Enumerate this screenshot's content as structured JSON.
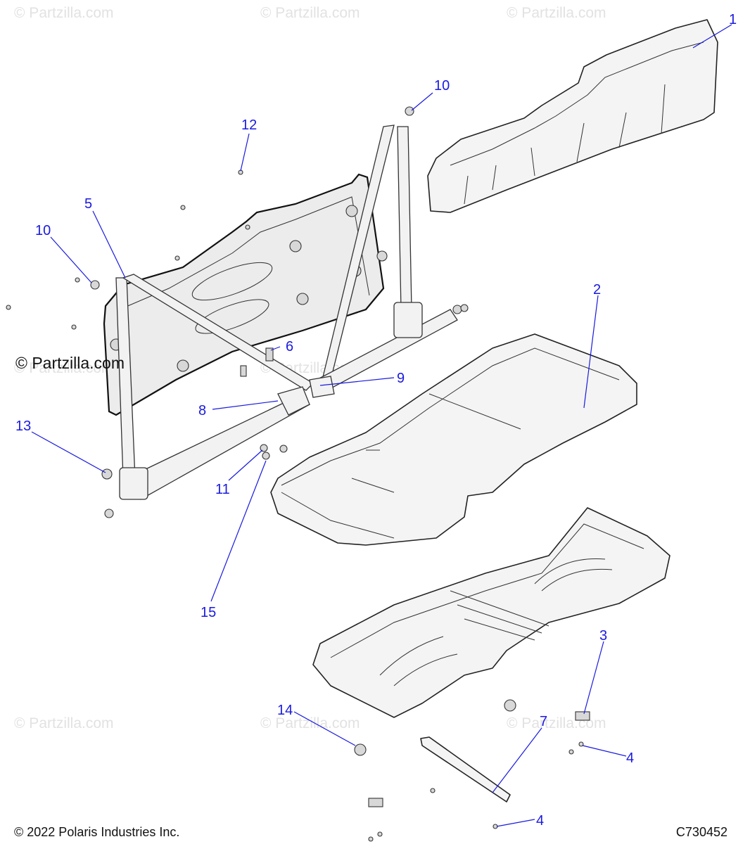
{
  "watermark": "© Partzilla.com",
  "copyright": "© 2022 Polaris Industries Inc.",
  "diagram_code": "C730452",
  "callouts": [
    "1",
    "2",
    "3",
    "4",
    "4",
    "5",
    "6",
    "7",
    "8",
    "9",
    "10",
    "10",
    "11",
    "12",
    "13",
    "14",
    "15"
  ],
  "colors": {
    "callout": "#1a1ae0",
    "line": "#222222",
    "watermark": "#e2e2e2"
  }
}
